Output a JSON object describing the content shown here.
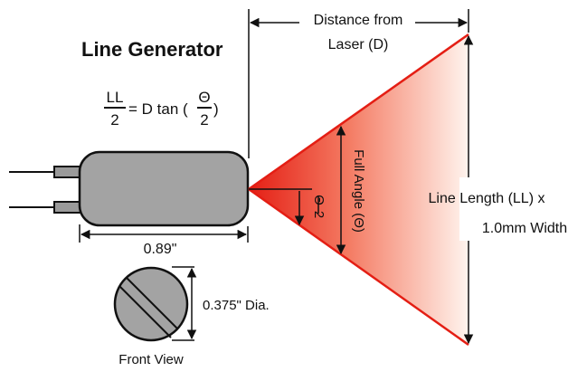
{
  "title": "Line Generator",
  "formula": {
    "num": "LL",
    "den": "2",
    "mid": "= D tan (",
    "theta_num": "Θ",
    "theta_den": "2",
    "close": ")"
  },
  "distance_label": [
    "Distance from",
    "Laser (D)"
  ],
  "full_angle_label": "Full Angle (Θ)",
  "half_angle": {
    "num": "Θ",
    "den": "2"
  },
  "line_length_label": [
    "Line Length (LL) x",
    "1.0mm Width"
  ],
  "body_length_label": "0.89\"",
  "diameter_label": "0.375\" Dia.",
  "front_view_label": "Front View",
  "colors": {
    "beam": "#e8251c",
    "body": "#a3a3a3",
    "ink": "#111111"
  }
}
